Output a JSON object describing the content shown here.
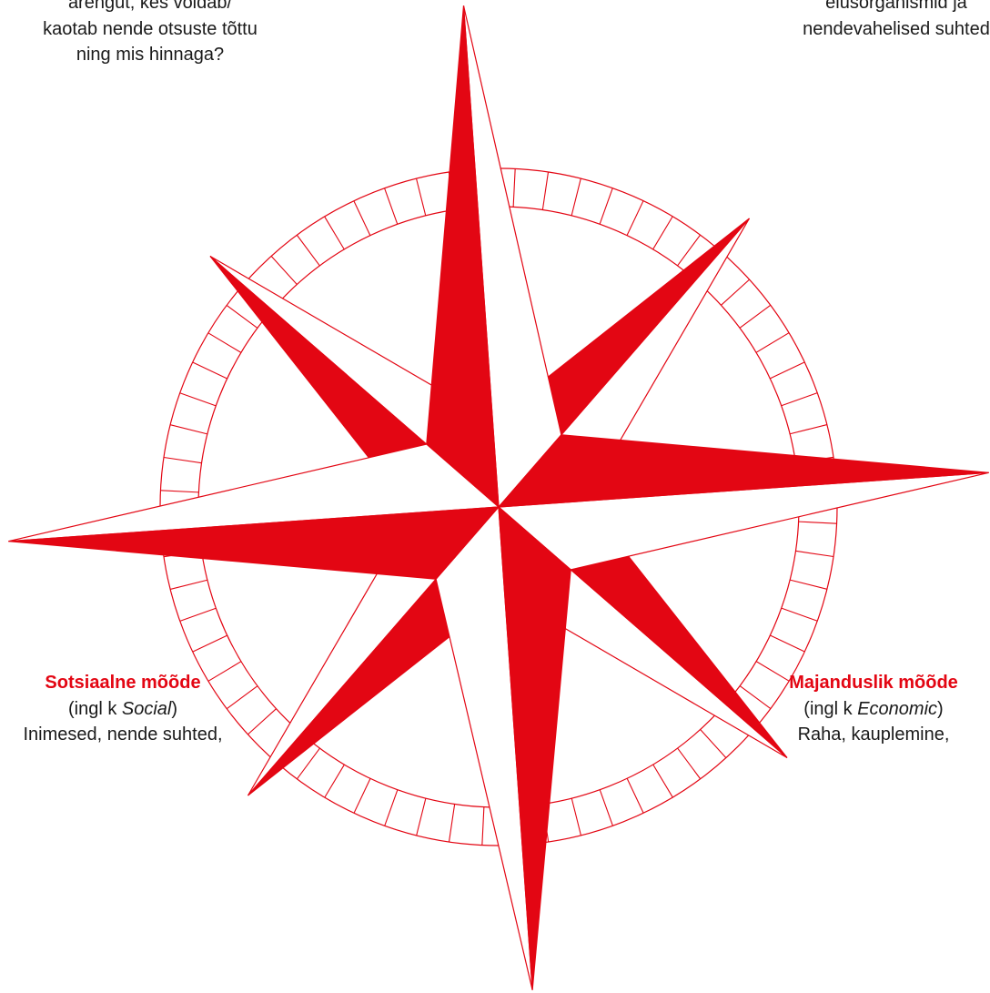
{
  "notes": {
    "top_left": {
      "lines": [
        "arengut, kes võidab/",
        "kaotab nende otsuste tõttu",
        "ning mis hinnaga?"
      ]
    },
    "top_right": {
      "lines": [
        "elusorganismid ja",
        "nendevahelised suhted"
      ]
    },
    "bottom_left": {
      "title": "Sotsiaalne mõõde",
      "eng_prefix": "(ingl k ",
      "eng_term": "Social",
      "eng_suffix": ")",
      "line3": "Inimesed, nende suhted,"
    },
    "bottom_right": {
      "title": "Majanduslik mõõde",
      "eng_prefix": "(ingl k ",
      "eng_term": "Economic",
      "eng_suffix": ")",
      "line3": "Raha, kauplemine,"
    }
  },
  "colors": {
    "accent": "#e30613",
    "text": "#1a1a1a",
    "background": "#ffffff"
  }
}
